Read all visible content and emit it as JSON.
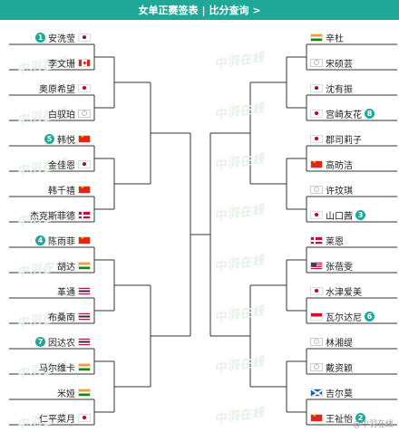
{
  "header": {
    "title": "女单正赛签表",
    "separator": "|",
    "link": "比分查询 >"
  },
  "watermark": "中羽在线",
  "footer": "@中羽在线",
  "left": [
    {
      "name": "安洗莹",
      "flag": "kor",
      "seed": "1"
    },
    {
      "name": "李文珊",
      "flag": "can"
    },
    {
      "name": "奥原希望",
      "flag": "jpn"
    },
    {
      "name": "白驭珀",
      "flag": "twn"
    },
    {
      "name": "韩悦",
      "flag": "chn",
      "seed": "5"
    },
    {
      "name": "金佳恩",
      "flag": "kor"
    },
    {
      "name": "韩千禧",
      "flag": "chn"
    },
    {
      "name": "杰克斯菲德",
      "flag": "den"
    },
    {
      "name": "陈雨菲",
      "flag": "chn",
      "seed": "4"
    },
    {
      "name": "胡达",
      "flag": "ind"
    },
    {
      "name": "革通",
      "flag": "tha"
    },
    {
      "name": "布桑南",
      "flag": "tha"
    },
    {
      "name": "因达农",
      "flag": "tha",
      "seed": "7"
    },
    {
      "name": "马尔维卡",
      "flag": "ind"
    },
    {
      "name": "米娅",
      "flag": "ind"
    },
    {
      "name": "仁平菜月",
      "flag": "jpn"
    }
  ],
  "right": [
    {
      "name": "辛杜",
      "flag": "ind"
    },
    {
      "name": "宋硕芸",
      "flag": "twn"
    },
    {
      "name": "沈有振",
      "flag": "kor"
    },
    {
      "name": "宫崎友花",
      "flag": "jpn",
      "seed": "8"
    },
    {
      "name": "郡司莉子",
      "flag": "jpn"
    },
    {
      "name": "高昉洁",
      "flag": "chn"
    },
    {
      "name": "许玟琪",
      "flag": "twn"
    },
    {
      "name": "山口茜",
      "flag": "jpn",
      "seed": "3"
    },
    {
      "name": "莱恩",
      "flag": "den"
    },
    {
      "name": "张蓓雯",
      "flag": "usa"
    },
    {
      "name": "水津爱美",
      "flag": "jpn"
    },
    {
      "name": "瓦尔达尼",
      "flag": "ina",
      "seed": "6"
    },
    {
      "name": "林湘缇",
      "flag": "twn"
    },
    {
      "name": "戴资颖",
      "flag": "twn"
    },
    {
      "name": "吉尔莫",
      "flag": "sco"
    },
    {
      "name": "王祉怡",
      "flag": "chn",
      "seed": "2"
    }
  ]
}
